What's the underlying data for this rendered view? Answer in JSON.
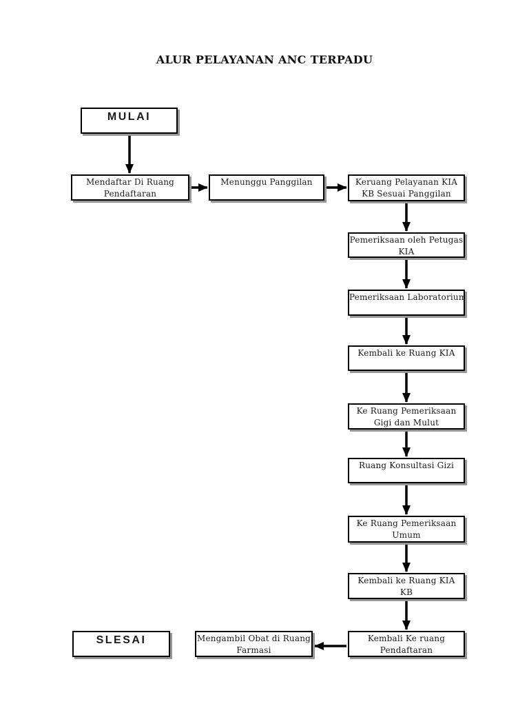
{
  "page": {
    "title": "ALUR PELAYANAN ANC TERPADU"
  },
  "nodes": {
    "mulai": "MULAI",
    "mendaftar": "Mendaftar Di Ruang\nPendaftaran",
    "menunggu": "Menunggu Panggilan",
    "keruang_pelayanan_kia_kb": "Keruang Pelayanan KIA\nKB Sesuai Panggilan",
    "pemeriksaan_petugas_kia": "Pemeriksaan oleh Petugas\nKIA",
    "pemeriksaan_laboratorium": "Pemeriksaan Laboratorium",
    "kembali_ruang_kia": "Kembali ke Ruang KIA",
    "gigi_mulut": "Ke Ruang Pemeriksaan\nGigi dan Mulut",
    "konsultasi_gizi": "Ruang Konsultasi Gizi",
    "pemeriksaan_umum": "Ke Ruang Pemeriksaan\nUmum",
    "kembali_kia_kb": "Kembali ke Ruang KIA\nKB",
    "kembali_pendaftaran": "Kembali Ke ruang\nPendaftaran",
    "slesai": "SLESAI",
    "farmasi": "Mengambil Obat di Ruang\nFarmasi"
  },
  "flow_edges": [
    {
      "from": "mulai",
      "to": "mendaftar"
    },
    {
      "from": "mendaftar",
      "to": "menunggu"
    },
    {
      "from": "menunggu",
      "to": "keruang_pelayanan_kia_kb"
    },
    {
      "from": "keruang_pelayanan_kia_kb",
      "to": "pemeriksaan_petugas_kia"
    },
    {
      "from": "pemeriksaan_petugas_kia",
      "to": "pemeriksaan_laboratorium"
    },
    {
      "from": "pemeriksaan_laboratorium",
      "to": "kembali_ruang_kia"
    },
    {
      "from": "kembali_ruang_kia",
      "to": "gigi_mulut"
    },
    {
      "from": "gigi_mulut",
      "to": "konsultasi_gizi"
    },
    {
      "from": "konsultasi_gizi",
      "to": "pemeriksaan_umum"
    },
    {
      "from": "pemeriksaan_umum",
      "to": "kembali_kia_kb"
    },
    {
      "from": "kembali_kia_kb",
      "to": "kembali_pendaftaran"
    },
    {
      "from": "kembali_pendaftaran",
      "to": "farmasi"
    }
  ],
  "colors": {
    "background": "#ffffff",
    "box_fill": "#ffffff",
    "box_border": "#000000",
    "box_shadow": "#979797",
    "arrow": "#000000",
    "text": "#1a1a1a"
  }
}
